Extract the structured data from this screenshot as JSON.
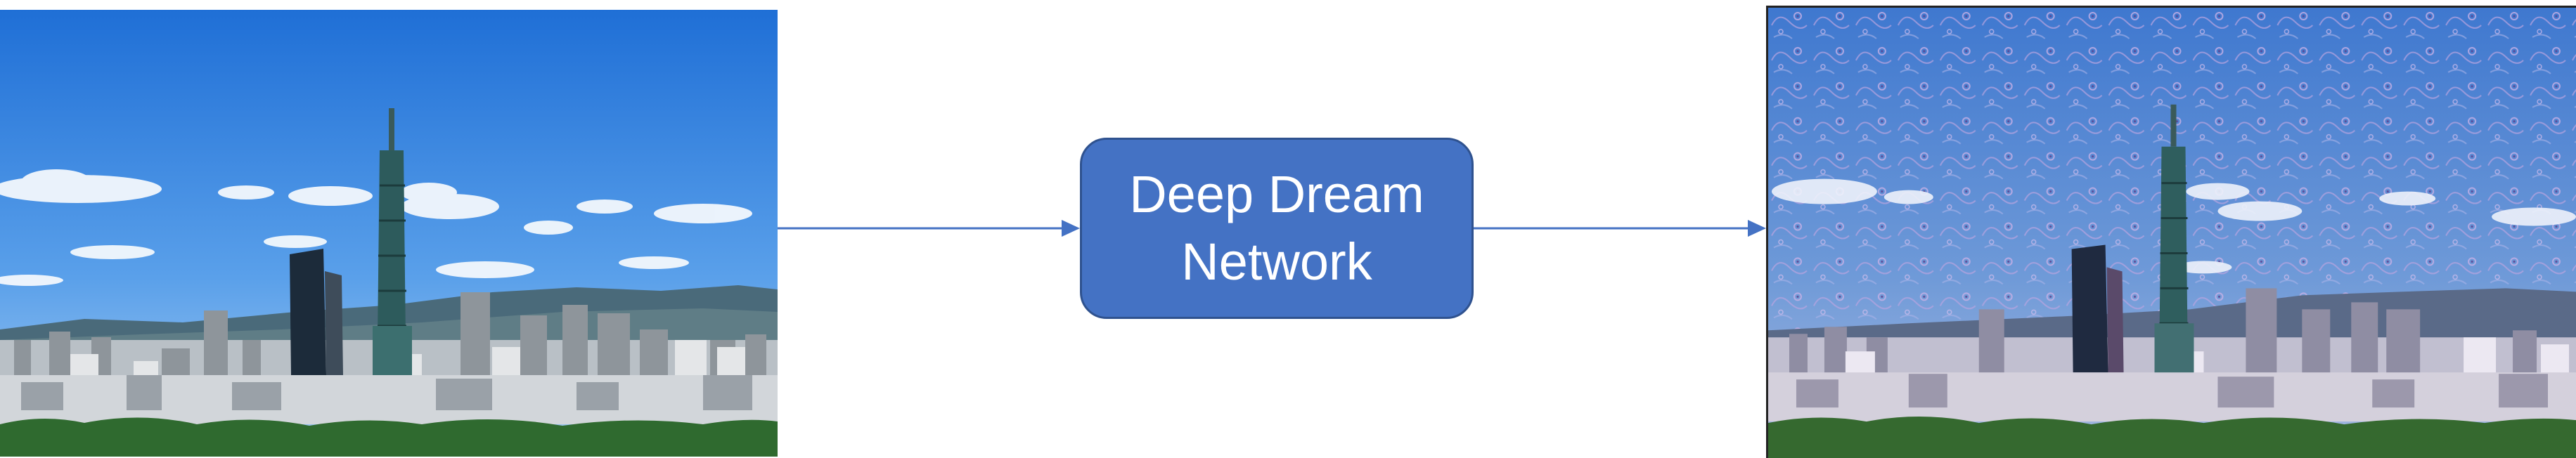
{
  "network_box": {
    "line1": "Deep Dream",
    "line2": "Network",
    "fill": "#4472c4",
    "border": "#2f528f"
  },
  "arrow_color": "#4472c4",
  "input_image": {
    "subject": "Taipei skyline with Taipei 101",
    "sky": "#3f8be0"
  },
  "output_image": {
    "subject": "Taipei skyline with Taipei 101, deep-dream swirl texture",
    "sky": "#5d8fd6"
  }
}
